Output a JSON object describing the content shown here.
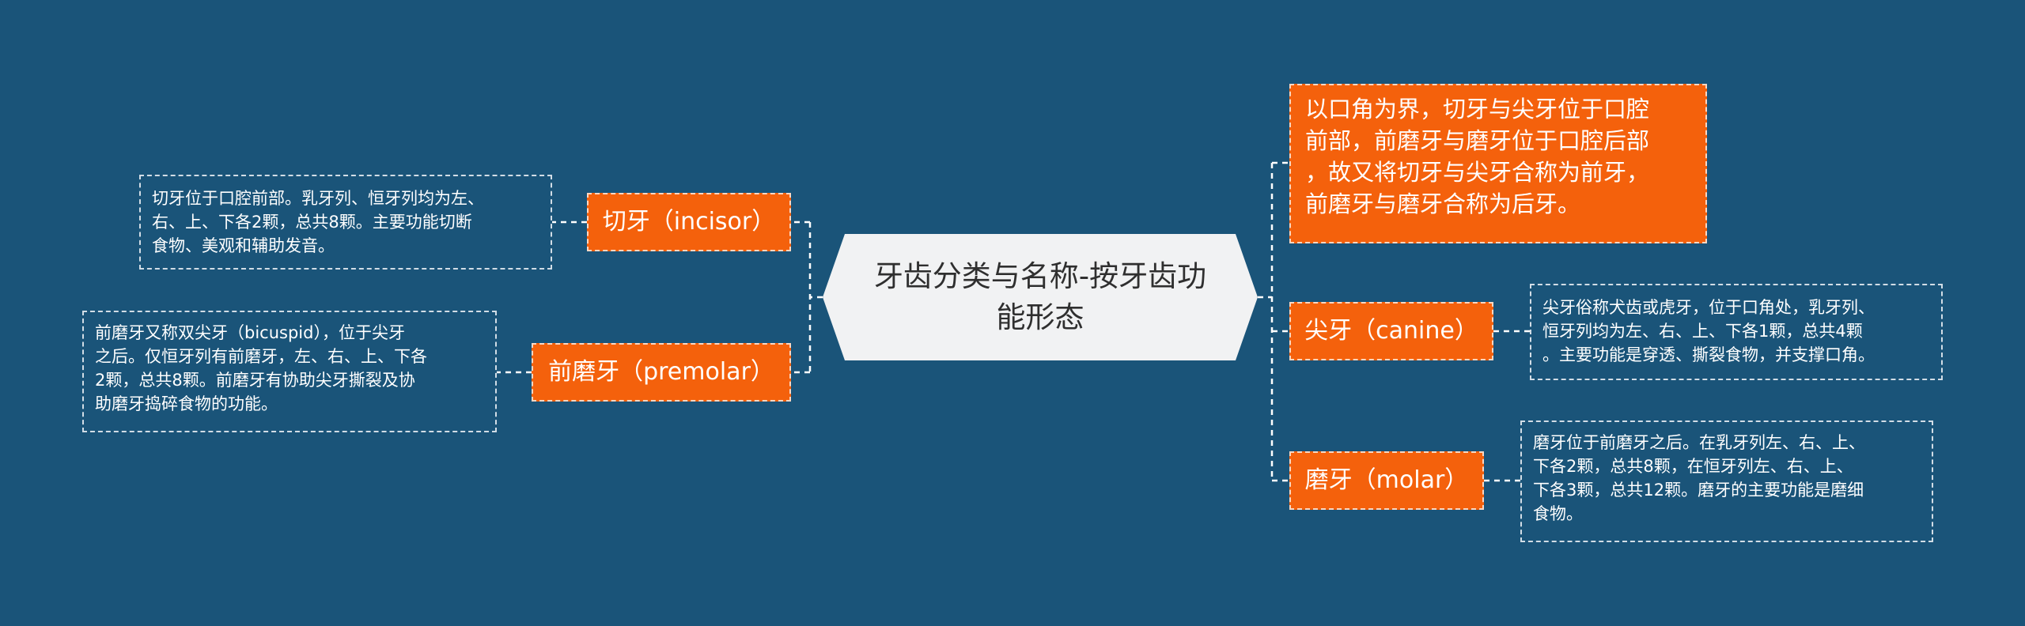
{
  "center": {
    "title_lines": [
      "牙齿分类与名称-按牙齿功",
      "能形态"
    ]
  },
  "left": {
    "incisor": {
      "label": "切牙（incisor）",
      "note": [
        "切牙位于口腔前部。乳牙列、恒牙列均为左、",
        "右、上、下各2颗，总共8颗。主要功能切断",
        "食物、美观和辅助发音。"
      ]
    },
    "premolar": {
      "label": "前磨牙（premolar）",
      "note": [
        "前磨牙又称双尖牙（bicuspid），位于尖牙",
        "之后。仅恒牙列有前磨牙，左、右、上、下各",
        "2颗，总共8颗。前磨牙有协助尖牙撕裂及协",
        "助磨牙捣碎食物的功能。"
      ]
    }
  },
  "right": {
    "boundary": {
      "lines": [
        "以口角为界，切牙与尖牙位于口腔",
        "前部，前磨牙与磨牙位于口腔后部",
        "，故又将切牙与尖牙合称为前牙，",
        "前磨牙与磨牙合称为后牙。"
      ]
    },
    "canine": {
      "label": "尖牙（canine）",
      "note": [
        "尖牙俗称犬齿或虎牙，位于口角处，乳牙列、",
        "恒牙列均为左、右、上、下各1颗，总共4颗",
        "。主要功能是穿透、撕裂食物，并支撑口角。"
      ]
    },
    "molar": {
      "label": "磨牙（molar）",
      "note": [
        "磨牙位于前磨牙之后。在乳牙列左、右、上、",
        "下各2颗，总共8颗，在恒牙列左、右、上、",
        "下各3颗，总共12颗。磨牙的主要功能是磨细",
        "食物。"
      ]
    }
  },
  "colors": {
    "background": "#1a5479",
    "branch": "#f4610c",
    "center": "#f1f2f3",
    "connector": "#ffffff"
  }
}
